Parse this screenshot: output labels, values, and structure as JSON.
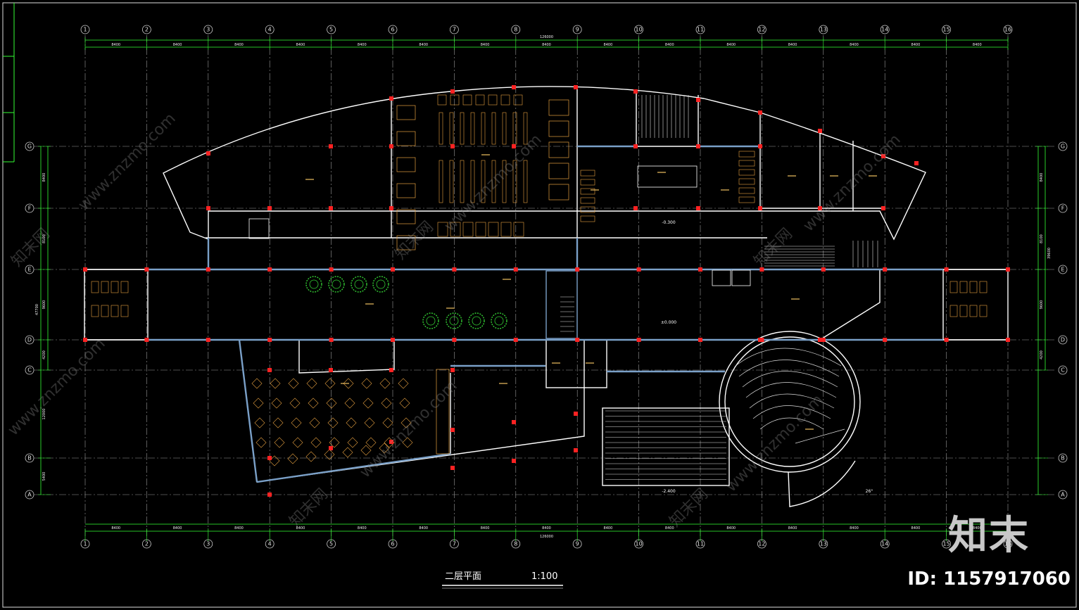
{
  "drawing": {
    "title": "二层平面",
    "scale": "1:100",
    "axes_horizontal": [
      "1",
      "2",
      "3",
      "4",
      "5",
      "6",
      "7",
      "8",
      "9",
      "10",
      "11",
      "12",
      "13",
      "14",
      "15",
      "16"
    ],
    "axes_vertical": [
      "G",
      "F",
      "E",
      "D",
      "C",
      "B",
      "A"
    ],
    "bay_dimension": "8400",
    "total_dimension": "126000",
    "vertical_dims_left": [
      "8400",
      "8100",
      "9600",
      "4200",
      "12000",
      "5400"
    ],
    "vertical_totals": [
      "39600",
      "47700"
    ],
    "levels": [
      "-0.300",
      "±0.000",
      "-2.400",
      "-0.300"
    ],
    "angle_label": "26°"
  },
  "watermarks": [
    "www.znzmo.com",
    "知末网"
  ],
  "logo": "知末",
  "id_text": "ID: 1157917060",
  "colors": {
    "background": "#000000",
    "grid_line": "#c0c0c0",
    "dimension_line": "#33ff33",
    "wall": "#ffffff",
    "column": "#ff2222",
    "partition": "#7aa0c8",
    "furniture": "#e6a040",
    "tree": "#33cc33"
  }
}
